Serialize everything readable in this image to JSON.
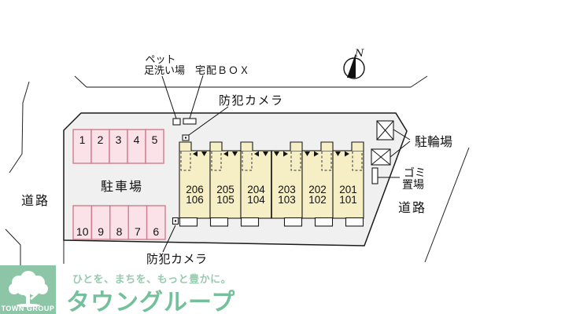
{
  "site": {
    "parking": {
      "label": "駐車場",
      "row_top": [
        "1",
        "2",
        "3",
        "4",
        "5"
      ],
      "row_bottom": [
        "10",
        "9",
        "8",
        "7",
        "6"
      ]
    },
    "building": {
      "units": [
        {
          "upper": "206",
          "lower": "106"
        },
        {
          "upper": "205",
          "lower": "105"
        },
        {
          "upper": "204",
          "lower": "104"
        },
        {
          "upper": "203",
          "lower": "103"
        },
        {
          "upper": "202",
          "lower": "102"
        },
        {
          "upper": "201",
          "lower": "101"
        }
      ]
    },
    "labels": {
      "pet_wash_line1": "ペット",
      "pet_wash_line2": "足洗い場",
      "delivery_box": "宅配ＢＯＸ",
      "security_camera_top": "防犯カメラ",
      "security_camera_bottom": "防犯カメラ",
      "bicycle_parking": "駐輪場",
      "garbage_line1": "ゴミ",
      "garbage_line2": "置場",
      "road_left": "道路",
      "road_right": "道路",
      "compass_north": "N"
    }
  },
  "branding": {
    "logo_square_text": "TOWN GROUP",
    "tagline": "ひとを、まちを、もっと豊かに。",
    "brand_name": "タウングループ"
  },
  "colors": {
    "site_fill": "#f0f0f0",
    "parking_fill": "#fbe2e8",
    "parking_border": "#cf7d8e",
    "building_fill": "#f6efc6",
    "road_gray": "#8a8a8a",
    "brand_square": "#8cc6a7",
    "brand_text": "#74bf9c",
    "brand_tagline": "#97cbae"
  }
}
